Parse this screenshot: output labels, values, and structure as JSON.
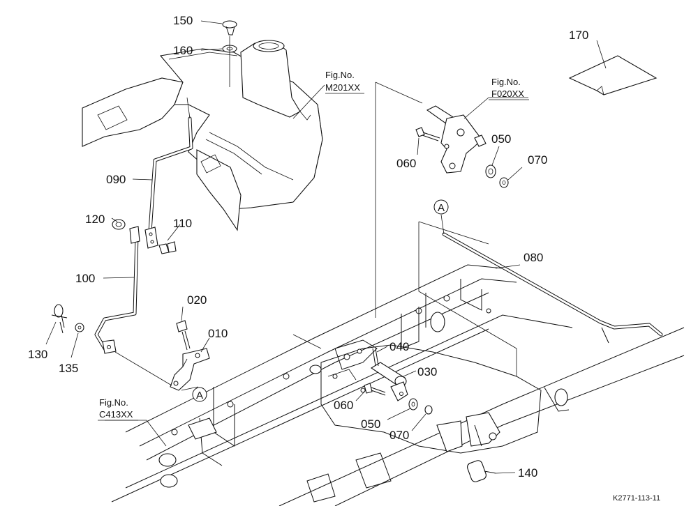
{
  "diagram": {
    "part_numbers": {
      "p150": "150",
      "p160": "160",
      "p170": "170",
      "p090": "090",
      "p120": "120",
      "p110": "110",
      "p100": "100",
      "p130": "130",
      "p135": "135",
      "p020": "020",
      "p010": "010",
      "p060a": "060",
      "p050a": "050",
      "p070a": "070",
      "p080": "080",
      "p040": "040",
      "p030": "030",
      "p060b": "060",
      "p050b": "050",
      "p070b": "070",
      "p140": "140"
    },
    "markers": {
      "marker_a_top": "A",
      "marker_a_bottom": "A"
    },
    "references": [
      {
        "line1": "Fig.No.",
        "line2": "M201XX"
      },
      {
        "line1": "Fig.No.",
        "line2": "F020XX"
      },
      {
        "line1": "Fig.No.",
        "line2": "C413XX"
      }
    ],
    "drawing_code": "K2771-113-11"
  }
}
